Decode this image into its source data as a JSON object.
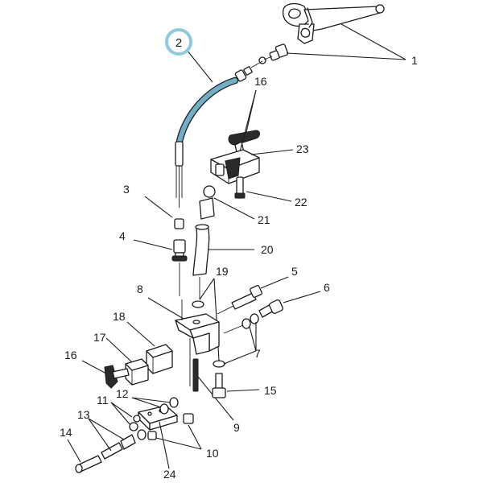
{
  "diagram": {
    "callout": {
      "label": "2",
      "color": "#8ccbdd"
    },
    "cable_color": "#6fb0c6",
    "part_labels": [
      "1",
      "16",
      "23",
      "3",
      "22",
      "21",
      "4",
      "20",
      "5",
      "19",
      "8",
      "6",
      "18",
      "7",
      "17",
      "16",
      "15",
      "12",
      "11",
      "9",
      "13",
      "10",
      "14",
      "24"
    ]
  }
}
